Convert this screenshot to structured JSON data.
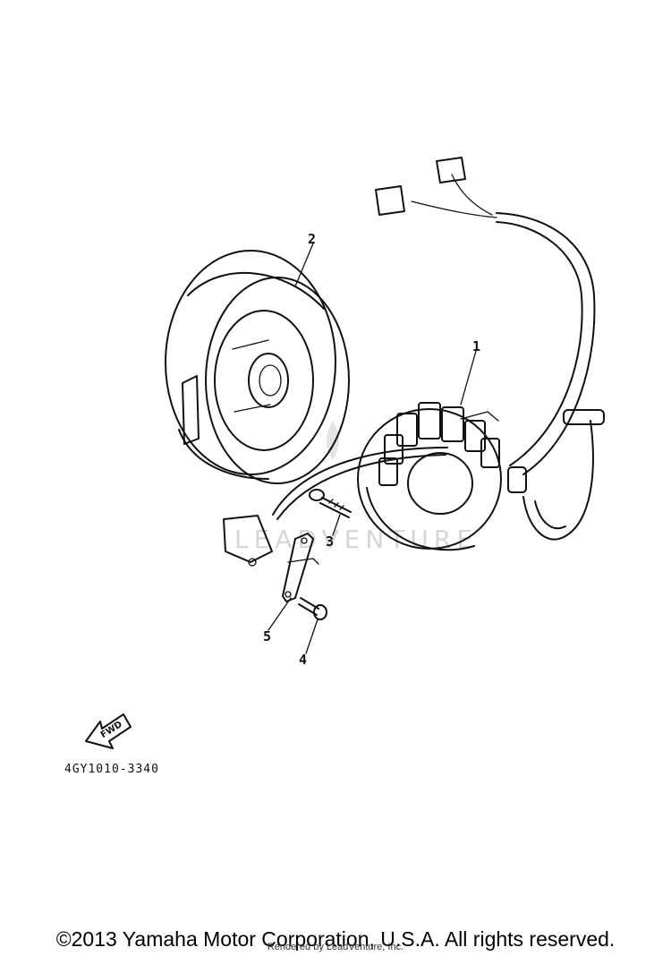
{
  "diagram": {
    "part_numbers": [
      "1",
      "2",
      "3",
      "4",
      "5"
    ],
    "direction_label": "FWD",
    "diagram_code": "4GY1010-3340",
    "watermark": "LEADVENTURE"
  },
  "footer": {
    "copyright": "©2013 Yamaha Motor Corporation, U.S.A. All rights reserved.",
    "rendered_by": "Rendered by LeadVenture, Inc."
  }
}
